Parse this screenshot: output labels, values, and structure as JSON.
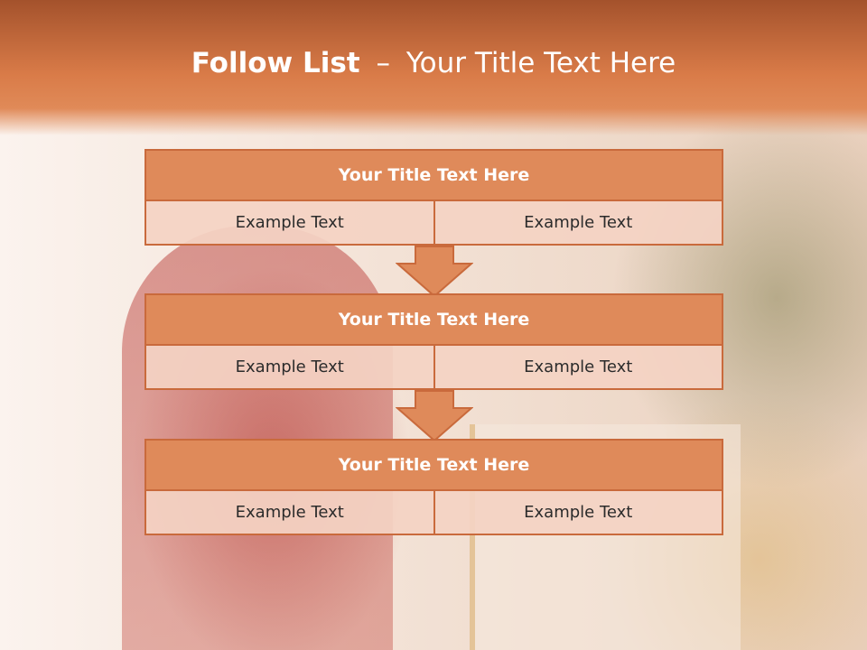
{
  "slide": {
    "title_bold": "Follow List",
    "title_rest": "Your Title Text Here",
    "title_dash": "–"
  },
  "steps": [
    {
      "title": "Your Title Text Here",
      "left": "Example Text",
      "right": "Example Text"
    },
    {
      "title": "Your Title Text Here",
      "left": "Example Text",
      "right": "Example Text"
    },
    {
      "title": "Your Title Text Here",
      "left": "Example Text",
      "right": "Example Text"
    }
  ],
  "colors": {
    "header": "#d97b48",
    "box_title": "#df8a5a",
    "box_border": "#c96a3c",
    "cell": "#f4d2c3",
    "arrow": "#df8a5a"
  }
}
